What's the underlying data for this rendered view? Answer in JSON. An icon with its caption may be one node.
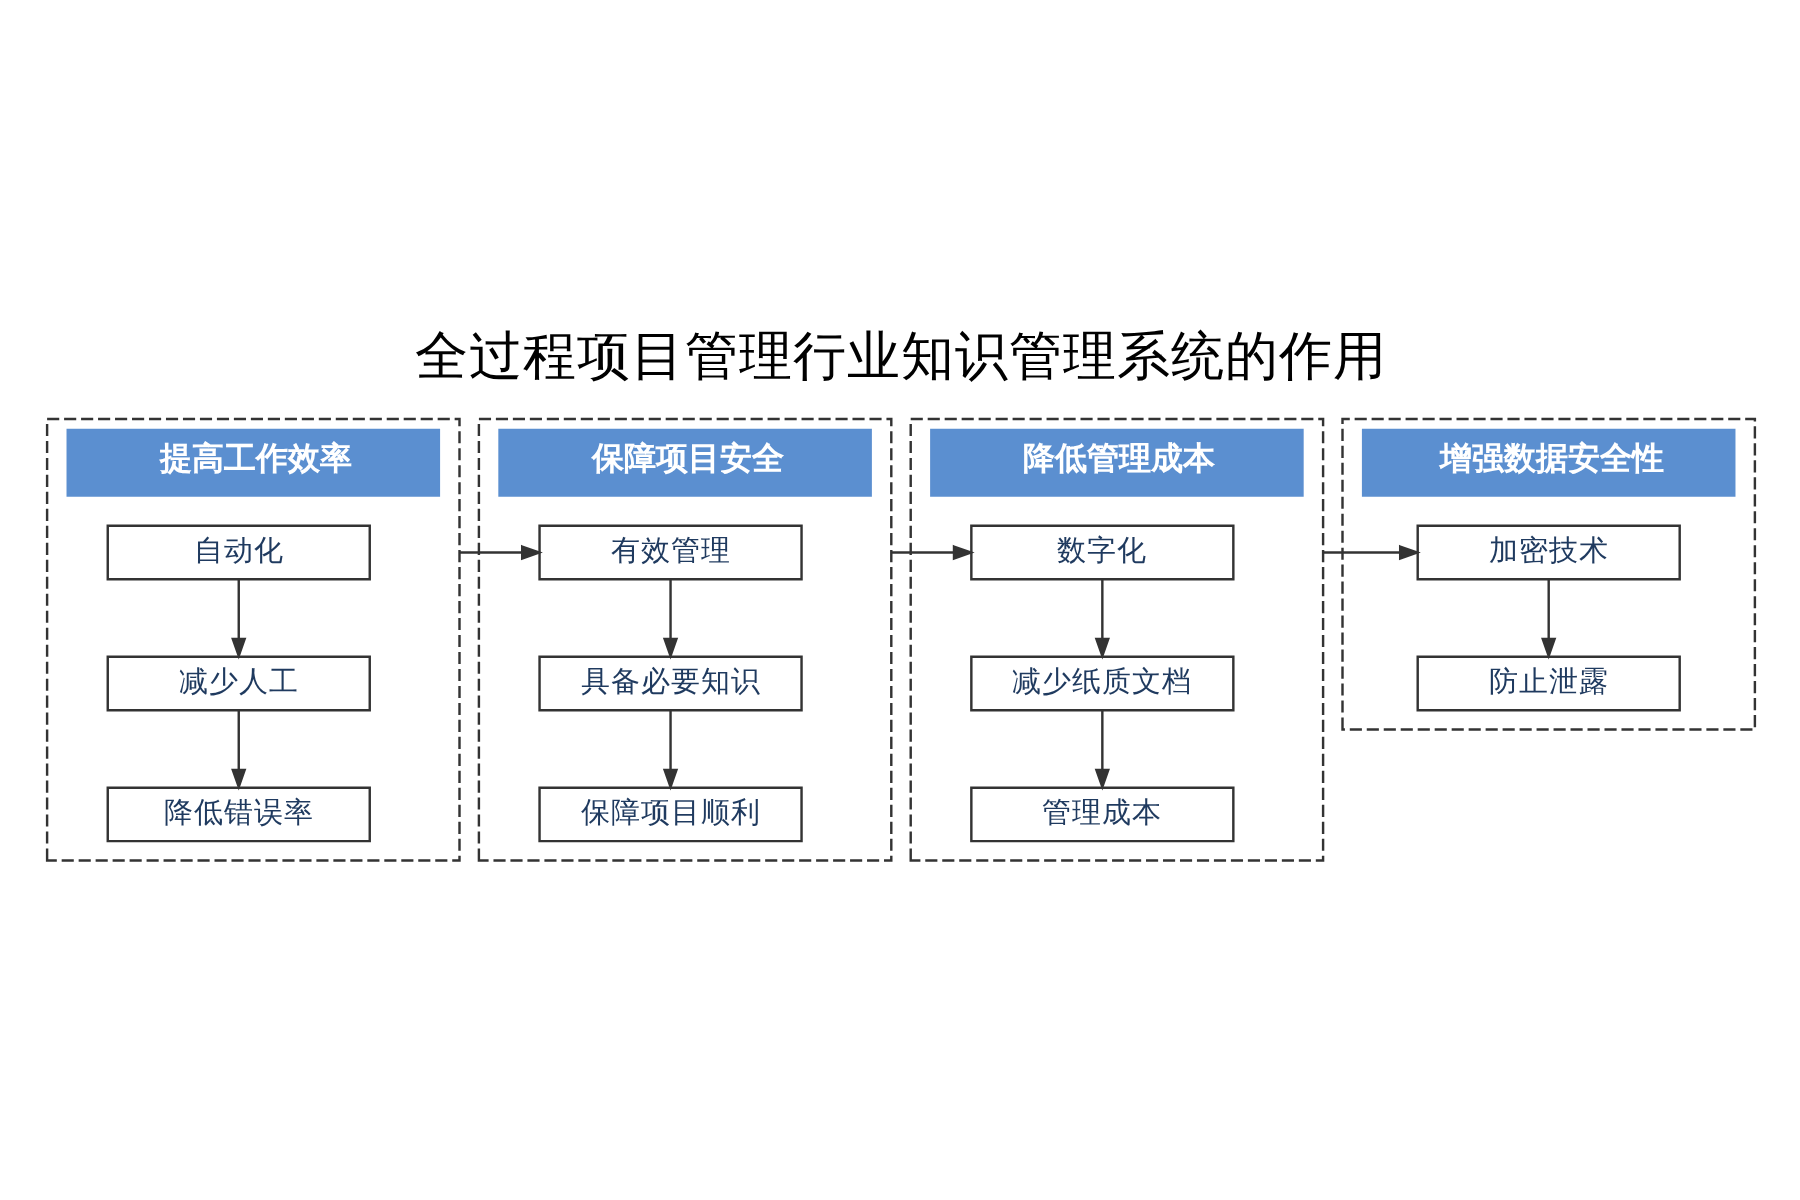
{
  "diagram": {
    "title": "全过程项目管理行业知识管理系统的作用",
    "nodes": [
      {
        "text": [
          "提高工作效率"
        ]
      },
      {
        "text": [
          "自动化"
        ],
        "in": 0
      },
      {
        "text": [
          "减少人工"
        ],
        "in": 0
      },
      {
        "text": [
          "降低错误率"
        ],
        "in": 0
      },
      {
        "text": [
          "保障项目安全"
        ]
      },
      {
        "text": [
          "有效管理"
        ],
        "in": 4
      },
      {
        "text": [
          "具备必要知识"
        ],
        "in": 4
      },
      {
        "text": [
          "保障项目顺利"
        ],
        "in": 4
      },
      {
        "text": [
          "降低管理成本"
        ]
      },
      {
        "text": [
          "数字化"
        ],
        "in": 8
      },
      {
        "text": [
          "减少纸质文档"
        ],
        "in": 8
      },
      {
        "text": [
          "管理成本"
        ],
        "in": 8
      },
      {
        "text": [
          "增强数据安全性"
        ]
      },
      {
        "text": [
          "加密技术"
        ],
        "in": 12
      },
      {
        "text": [
          "防止泄露"
        ],
        "in": 12
      }
    ],
    "edges": [
      {
        "from": 1,
        "to": 2,
        "arrow": "to"
      },
      {
        "from": 2,
        "to": 3,
        "arrow": "to"
      },
      {
        "from": 0,
        "to": 5,
        "arrow": "to"
      },
      {
        "from": 5,
        "to": 6,
        "arrow": "to"
      },
      {
        "from": 6,
        "to": 7,
        "arrow": "to"
      },
      {
        "from": 4,
        "to": 9,
        "arrow": "to"
      },
      {
        "from": 9,
        "to": 10,
        "arrow": "to"
      },
      {
        "from": 10,
        "to": 11,
        "arrow": "to"
      },
      {
        "from": 8,
        "to": 13,
        "arrow": "to"
      },
      {
        "from": 13,
        "to": 14,
        "arrow": "to"
      }
    ]
  }
}
